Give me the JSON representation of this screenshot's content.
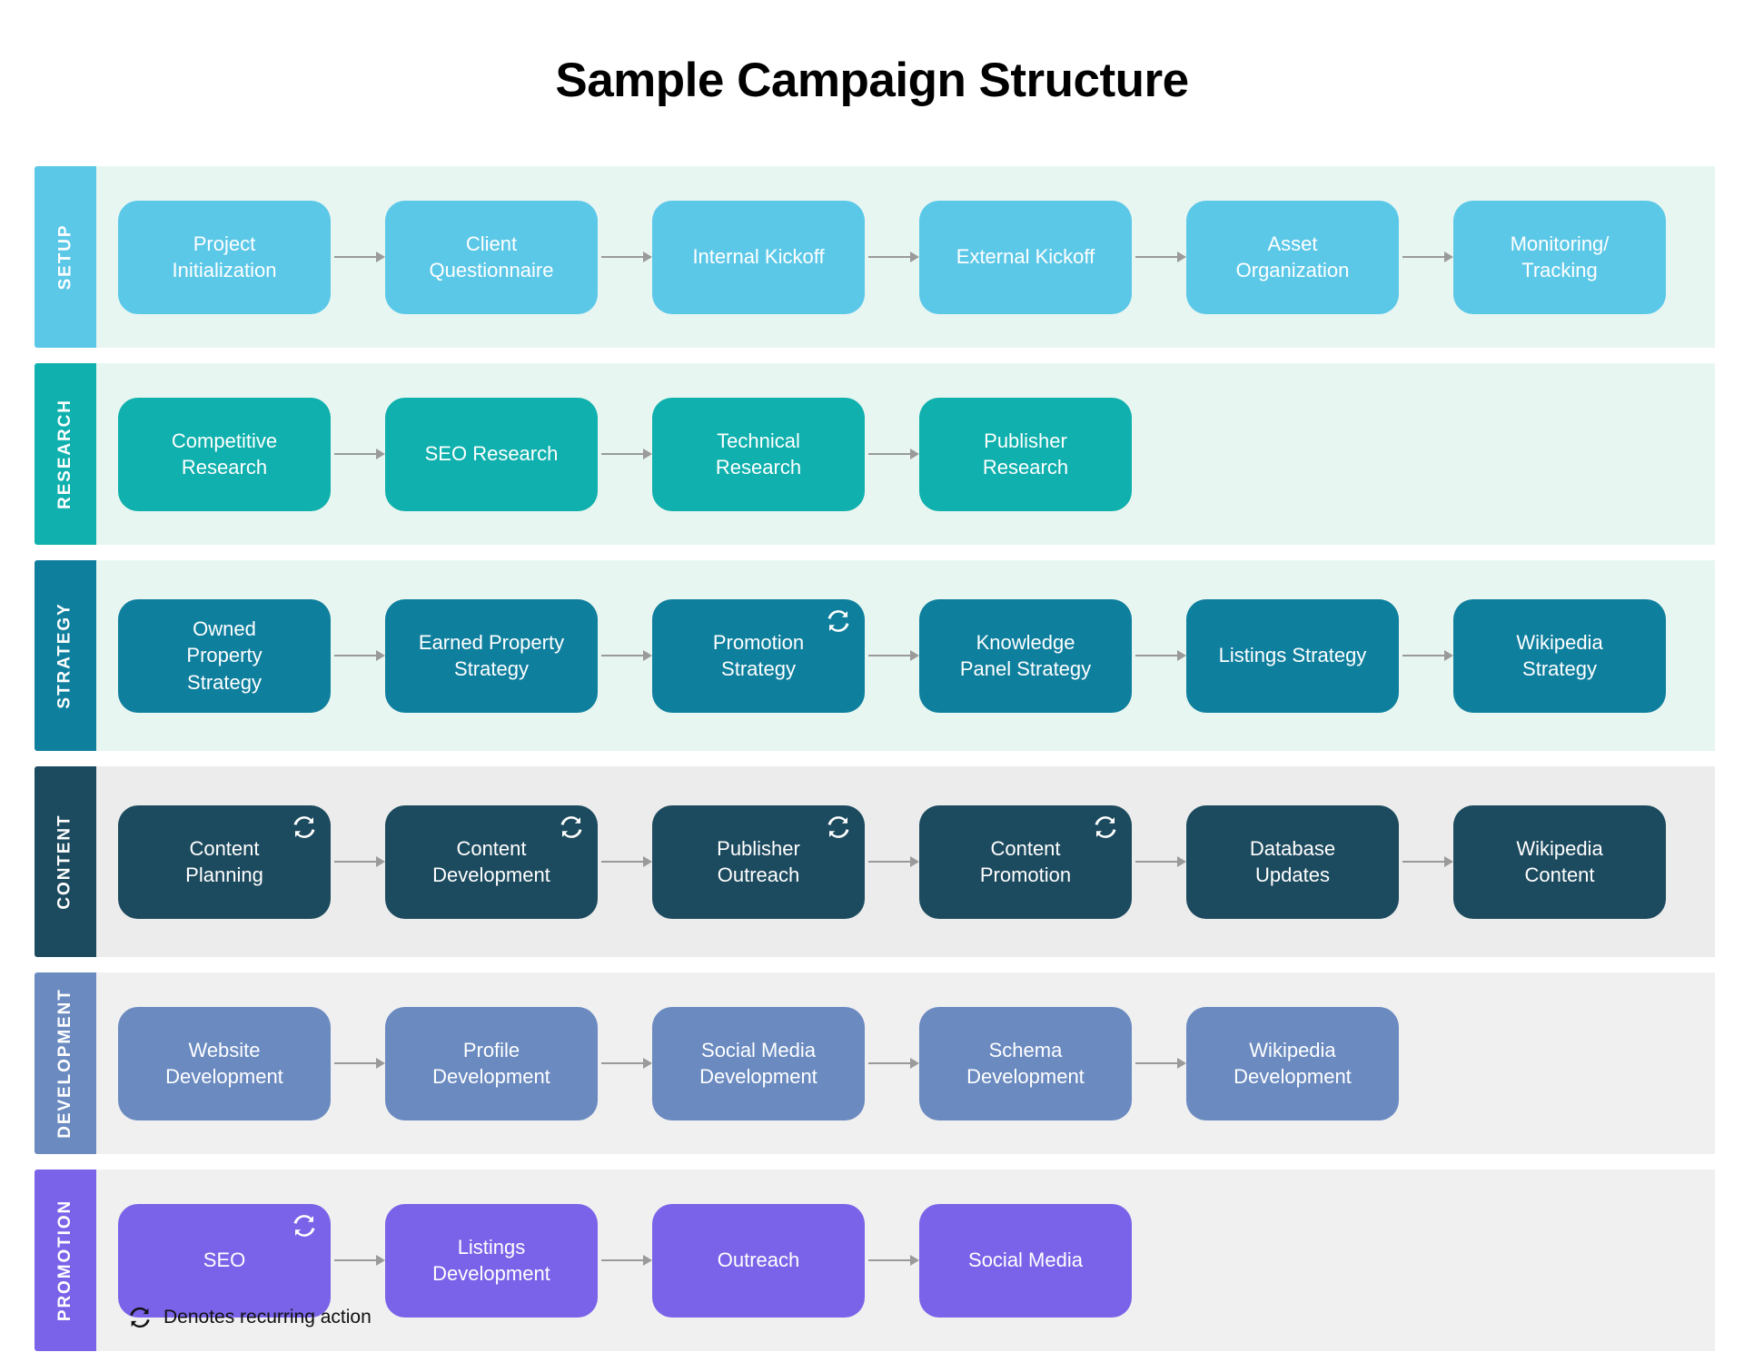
{
  "title": "Sample Campaign Structure",
  "legend": {
    "icon": "recurring-action-icon",
    "text": "Denotes recurring action"
  },
  "colors": {
    "setup_node": "#5cc8e8",
    "setup_tab": "#5cc8e8",
    "setup_band": "#e8f6f1",
    "research_node": "#0fb0ad",
    "research_tab": "#0fb0ad",
    "research_band": "#e8f6f1",
    "strategy_node": "#0f7f9e",
    "strategy_tab": "#0f7f9e",
    "strategy_band": "#e8f6f1",
    "content_node": "#1c4a5e",
    "content_tab": "#1c4a5e",
    "content_band": "#ececec",
    "development_node": "#6a8ac0",
    "development_tab": "#6a8ac0",
    "development_band": "#f0f0f0",
    "promotion_node": "#7a63e8",
    "promotion_tab": "#7a63e8",
    "promotion_band": "#f0f0f0",
    "arrow": "#9a9a9a",
    "title_text": "#000000",
    "node_text": "#ffffff"
  },
  "chart_data": {
    "type": "diagram",
    "title": "Sample Campaign Structure",
    "lanes": 6,
    "legend_note": "Denotes recurring action"
  },
  "lanes": [
    {
      "id": "setup",
      "label": "SETUP",
      "tab_color": "#5cc8e8",
      "band_color": "#e8f6f1",
      "node_color": "#5cc8e8",
      "nodes": [
        {
          "label": "Project\nInitialization",
          "recurring": false
        },
        {
          "label": "Client\nQuestionnaire",
          "recurring": false
        },
        {
          "label": "Internal Kickoff",
          "recurring": false
        },
        {
          "label": "External Kickoff",
          "recurring": false
        },
        {
          "label": "Asset\nOrganization",
          "recurring": false
        },
        {
          "label": "Monitoring/\nTracking",
          "recurring": false
        }
      ]
    },
    {
      "id": "research",
      "label": "RESEARCH",
      "tab_color": "#0fb0ad",
      "band_color": "#e8f6f1",
      "node_color": "#0fb0ad",
      "nodes": [
        {
          "label": "Competitive\nResearch",
          "recurring": false
        },
        {
          "label": "SEO Research",
          "recurring": false
        },
        {
          "label": "Technical\nResearch",
          "recurring": false
        },
        {
          "label": "Publisher\nResearch",
          "recurring": false
        }
      ]
    },
    {
      "id": "strategy",
      "label": "STRATEGY",
      "tab_color": "#0f7f9e",
      "band_color": "#e8f6f1",
      "node_color": "#0f7f9e",
      "nodes": [
        {
          "label": "Owned\nProperty\nStrategy",
          "recurring": false
        },
        {
          "label": "Earned Property\nStrategy",
          "recurring": false
        },
        {
          "label": "Promotion\nStrategy",
          "recurring": true
        },
        {
          "label": "Knowledge\nPanel Strategy",
          "recurring": false
        },
        {
          "label": "Listings Strategy",
          "recurring": false
        },
        {
          "label": "Wikipedia\nStrategy",
          "recurring": false
        }
      ]
    },
    {
      "id": "content",
      "label": "CONTENT",
      "tab_color": "#1c4a5e",
      "band_color": "#ececec",
      "node_color": "#1c4a5e",
      "nodes": [
        {
          "label": "Content\nPlanning",
          "recurring": true
        },
        {
          "label": "Content\nDevelopment",
          "recurring": true
        },
        {
          "label": "Publisher\nOutreach",
          "recurring": true
        },
        {
          "label": "Content\nPromotion",
          "recurring": true
        },
        {
          "label": "Database\nUpdates",
          "recurring": false
        },
        {
          "label": "Wikipedia\nContent",
          "recurring": false
        }
      ]
    },
    {
      "id": "development",
      "label": "DEVELOPMENT",
      "tab_color": "#6a8ac0",
      "band_color": "#f0f0f0",
      "node_color": "#6a8ac0",
      "nodes": [
        {
          "label": "Website\nDevelopment",
          "recurring": false
        },
        {
          "label": "Profile\nDevelopment",
          "recurring": false
        },
        {
          "label": "Social Media\nDevelopment",
          "recurring": false
        },
        {
          "label": "Schema\nDevelopment",
          "recurring": false
        },
        {
          "label": "Wikipedia\nDevelopment",
          "recurring": false
        }
      ]
    },
    {
      "id": "promotion",
      "label": "PROMOTION",
      "tab_color": "#7a63e8",
      "band_color": "#f0f0f0",
      "node_color": "#7a63e8",
      "nodes": [
        {
          "label": "SEO",
          "recurring": true
        },
        {
          "label": "Listings\nDevelopment",
          "recurring": false
        },
        {
          "label": "Outreach",
          "recurring": false
        },
        {
          "label": "Social Media",
          "recurring": false
        }
      ]
    }
  ]
}
